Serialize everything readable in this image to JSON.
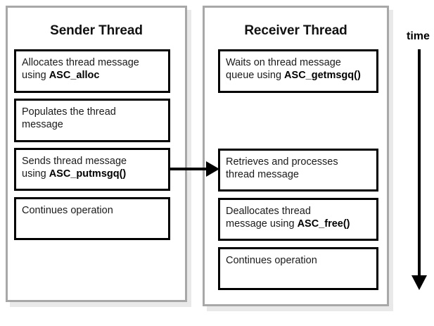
{
  "diagram": {
    "title_sender": "Sender Thread",
    "title_receiver": "Receiver Thread",
    "time_label": "time",
    "colors": {
      "panel_border": "#a8a8a8",
      "box_border": "#000000",
      "arrow": "#000000",
      "background": "#ffffff",
      "text": "#1a1a1a"
    }
  },
  "sender": {
    "title": "Sender Thread",
    "steps": [
      {
        "line1": "Allocates thread message",
        "line2_prefix": "using ",
        "line2_code": "ASC_alloc",
        "line2_suffix": ""
      },
      {
        "line1": "Populates the thread",
        "line2_prefix": "message",
        "line2_code": "",
        "line2_suffix": ""
      },
      {
        "line1": "Sends thread message",
        "line2_prefix": "using ",
        "line2_code": "ASC_putmsgq()",
        "line2_suffix": ""
      },
      {
        "line1": "Continues operation",
        "line2_prefix": "",
        "line2_code": "",
        "line2_suffix": ""
      }
    ]
  },
  "receiver": {
    "title": "Receiver Thread",
    "steps": [
      {
        "line1": "Waits on thread message",
        "line2_prefix": "queue using ",
        "line2_code": "ASC_getmsgq()",
        "line2_suffix": ""
      },
      {
        "line1": "Retrieves and processes",
        "line2_prefix": "thread message",
        "line2_code": "",
        "line2_suffix": ""
      },
      {
        "line1": "Deallocates thread",
        "line2_prefix": "message using ",
        "line2_code": "ASC_free()",
        "line2_suffix": ""
      },
      {
        "line1": "Continues operation",
        "line2_prefix": "",
        "line2_code": "",
        "line2_suffix": ""
      }
    ]
  },
  "message_arrow": {
    "from": "Sends thread message using ASC_putmsgq()",
    "to": "Retrieves and processes thread message"
  }
}
